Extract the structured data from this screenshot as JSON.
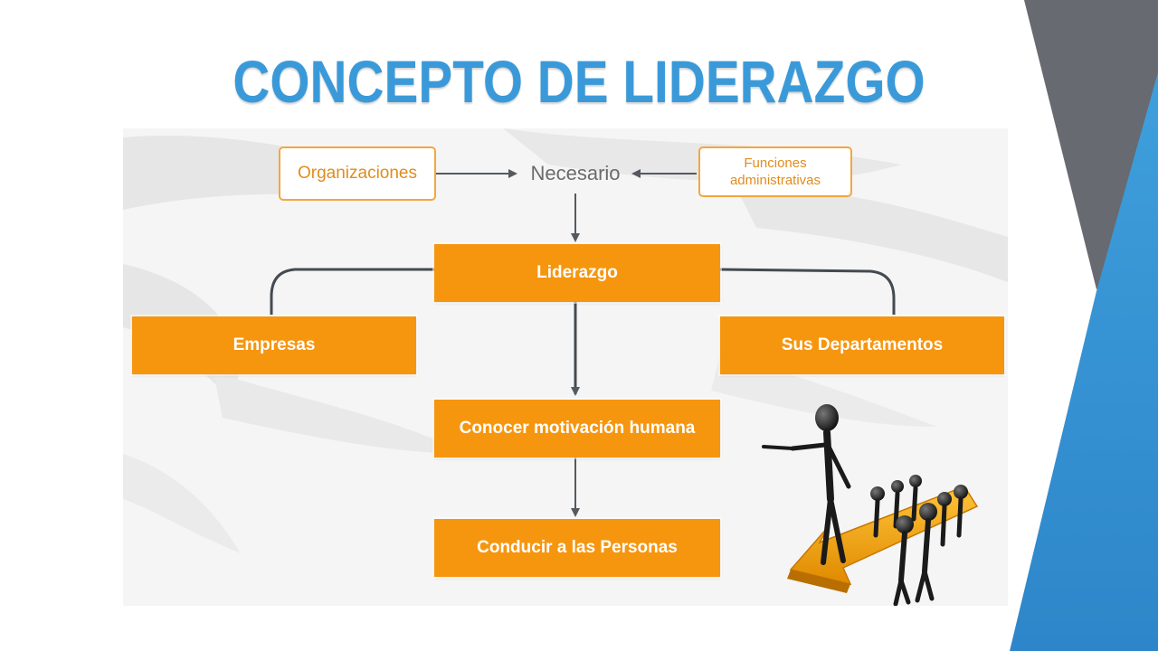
{
  "slide": {
    "title": "CONCEPTO DE LIDERAZGO"
  },
  "diagram": {
    "top_left": "Organizaciones",
    "top_center": "Necesario",
    "top_right": "Funciones administrativas",
    "center": "Liderazgo",
    "left": "Empresas",
    "right": "Sus Departamentos",
    "step_1": "Conocer motivación humana",
    "step_2": "Conducir a las Personas"
  },
  "colors": {
    "title": "#3a9ad9",
    "box_fill": "#f6960f",
    "outline_box": "#f3a640",
    "accent_blue": "#3a9ad9",
    "accent_gray": "#6b6e73"
  },
  "illustration": "leader-pointing-with-group-on-arrow"
}
